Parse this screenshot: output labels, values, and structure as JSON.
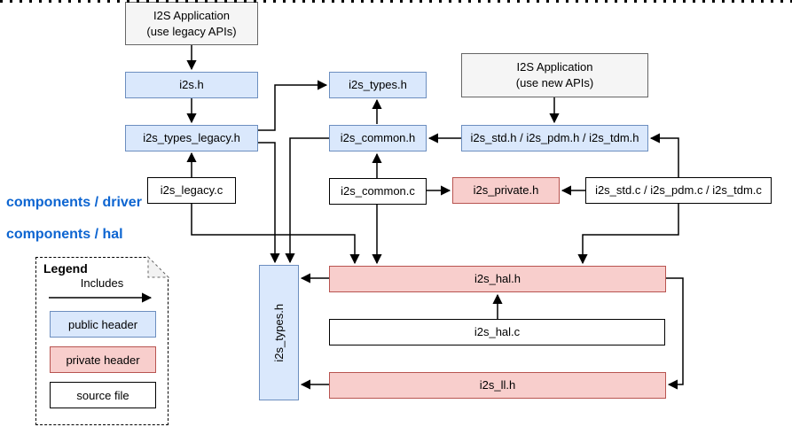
{
  "sections": {
    "driver_label": "components / driver",
    "hal_label": "components / hal"
  },
  "colors": {
    "public_header_fill": "#dae8fc",
    "public_header_border": "#6c8ebf",
    "private_header_fill": "#f8cecc",
    "private_header_border": "#b85450",
    "source_file_fill": "#ffffff",
    "source_file_border": "#000000",
    "application_fill": "#f5f5f5",
    "application_border": "#666666",
    "section_label_color": "#0d65d1",
    "edge_color": "#000000"
  },
  "nodes": {
    "app_legacy_line1": "I2S Application",
    "app_legacy_line2": "(use legacy APIs)",
    "app_new_line1": "I2S Application",
    "app_new_line2": "(use new APIs)",
    "i2s_h": "i2s.h",
    "i2s_types_legacy_h": "i2s_types_legacy.h",
    "i2s_legacy_c": "i2s_legacy.c",
    "i2s_types_h": "i2s_types.h",
    "i2s_common_h": "i2s_common.h",
    "i2s_common_c": "i2s_common.c",
    "i2s_std_pdm_tdm_h": "i2s_std.h / i2s_pdm.h / i2s_tdm.h",
    "i2s_private_h": "i2s_private.h",
    "i2s_std_pdm_tdm_c": "i2s_std.c / i2s_pdm.c / i2s_tdm.c",
    "hal_i2s_types_h": "i2s_types.h",
    "i2s_hal_h": "i2s_hal.h",
    "i2s_hal_c": "i2s_hal.c",
    "i2s_ll_h": "i2s_ll.h"
  },
  "legend": {
    "title": "Legend",
    "arrow_label": "Includes",
    "items": [
      {
        "label": "public header"
      },
      {
        "label": "private header"
      },
      {
        "label": "source file"
      }
    ]
  }
}
